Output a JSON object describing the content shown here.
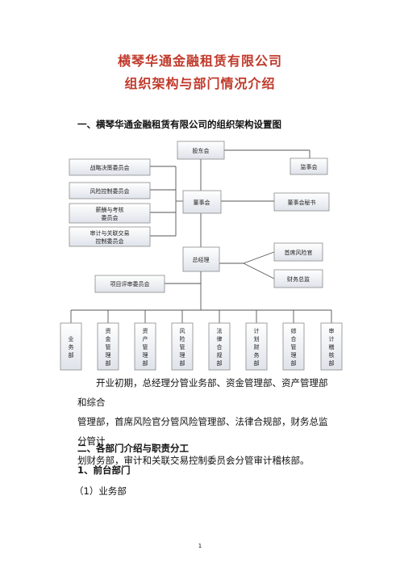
{
  "doc": {
    "title_line1": "横琴华通金融租赁有限公司",
    "title_line2": "组织架构与部门情况介绍",
    "section1": "一、横琴华通金融租赁有限公司的组织架构设置图",
    "para_line1": "开业初期，总经理分管业务部、资金管理部、资产管理部和综合",
    "para_line2": "管理部，首席风险官分管风险管理部、法律合规部，财务总监分管计",
    "para_line3": "划财务部，审计和关联交易控制委员会分管审计稽核部。",
    "section2": "二、各部门介绍与职责分工",
    "section2_1": "1、前台部门",
    "item1": "（1）业务部",
    "page_number": "1"
  },
  "org": {
    "shareholders": "股东会",
    "supervisors": "监事会",
    "board": "董事会",
    "board_secretary": "董事会秘书",
    "strategy_committee": "战略决策委员会",
    "risk_committee": "风险控制委员会",
    "compensation_committee_l1": "薪酬与考核",
    "compensation_committee_l2": "委员会",
    "audit_committee_l1": "审计与关联交易",
    "audit_committee_l2": "控制委员会",
    "gm": "总经理",
    "project_committee": "项目评审委员会",
    "cro": "首席风险官",
    "cfo": "财务总监",
    "departments": [
      {
        "label": "业务部"
      },
      {
        "label": "资金管理部"
      },
      {
        "label": "资产管理部"
      },
      {
        "label": "风险管理部"
      },
      {
        "label": "法律合规部"
      },
      {
        "label": "计划财务部"
      },
      {
        "label": "综合管理部"
      },
      {
        "label": "审计稽核部"
      }
    ]
  }
}
